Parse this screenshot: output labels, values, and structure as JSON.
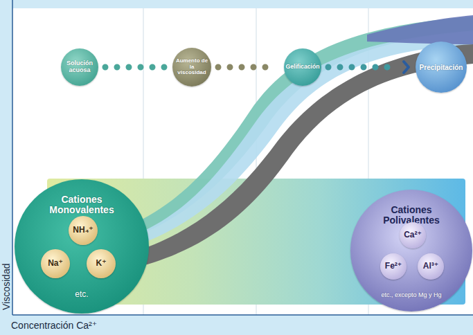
{
  "diagram": {
    "nodes": [
      {
        "text": [
          "Solución acuosa"
        ]
      },
      {
        "text": [
          "Aumento de la viscosidad"
        ]
      },
      {
        "text": [
          "Gelificación"
        ]
      },
      {
        "text": [
          "Precipitación"
        ]
      },
      {
        "text": [
          "Cationes Monovalentes",
          "etc."
        ]
      },
      {
        "text": [
          "NH₄⁺"
        ],
        "in": 4
      },
      {
        "text": [
          "Na⁺"
        ],
        "in": 4
      },
      {
        "text": [
          "K⁺"
        ],
        "in": 4
      },
      {
        "text": [
          "Cationes Polivalentes",
          "etc., excepto Mg y Hg"
        ]
      },
      {
        "text": [
          "Ca²⁺"
        ],
        "in": 8
      },
      {
        "text": [
          "Fe²⁺"
        ],
        "in": 8
      },
      {
        "text": [
          "Al³⁺"
        ],
        "in": 8
      }
    ],
    "edges": [
      {
        "from": 0,
        "to": 1,
        "arrow": "none"
      },
      {
        "from": 1,
        "to": 2,
        "arrow": "none"
      },
      {
        "from": 2,
        "to": 3,
        "arrow": "to"
      }
    ],
    "labels": [
      "Viscosidad",
      "Concentración Ca²⁺"
    ]
  }
}
